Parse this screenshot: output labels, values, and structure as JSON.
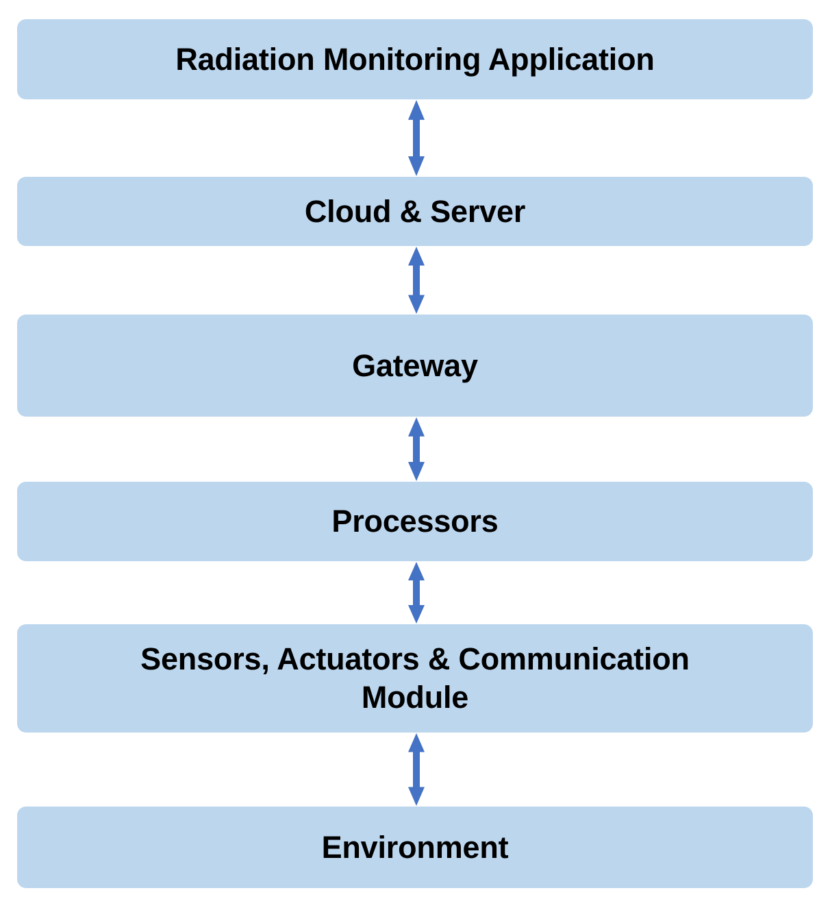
{
  "diagram": {
    "type": "layered-block-diagram",
    "orientation": "vertical",
    "title": "Radiation Monitoring Application layered architecture",
    "colors": {
      "box_fill": "#BCD6EE",
      "arrow": "#4472C4",
      "text": "#000000",
      "background": "#FFFFFF"
    },
    "layers": [
      {
        "id": "application",
        "label": "Radiation Monitoring Application"
      },
      {
        "id": "cloud",
        "label": "Cloud & Server"
      },
      {
        "id": "gateway",
        "label": "Gateway"
      },
      {
        "id": "processors",
        "label": "Processors"
      },
      {
        "id": "sensors",
        "label": "Sensors, Actuators & Communication\nModule"
      },
      {
        "id": "environment",
        "label": "Environment"
      }
    ],
    "connectors": [
      {
        "id": "application-cloud",
        "from": "application",
        "to": "cloud",
        "style": "double-headed-arrow"
      },
      {
        "id": "cloud-gateway",
        "from": "cloud",
        "to": "gateway",
        "style": "double-headed-arrow"
      },
      {
        "id": "gateway-processors",
        "from": "gateway",
        "to": "processors",
        "style": "double-headed-arrow"
      },
      {
        "id": "processors-sensors",
        "from": "processors",
        "to": "sensors",
        "style": "double-headed-arrow"
      },
      {
        "id": "sensors-environment",
        "from": "sensors",
        "to": "environment",
        "style": "double-headed-arrow"
      }
    ]
  }
}
